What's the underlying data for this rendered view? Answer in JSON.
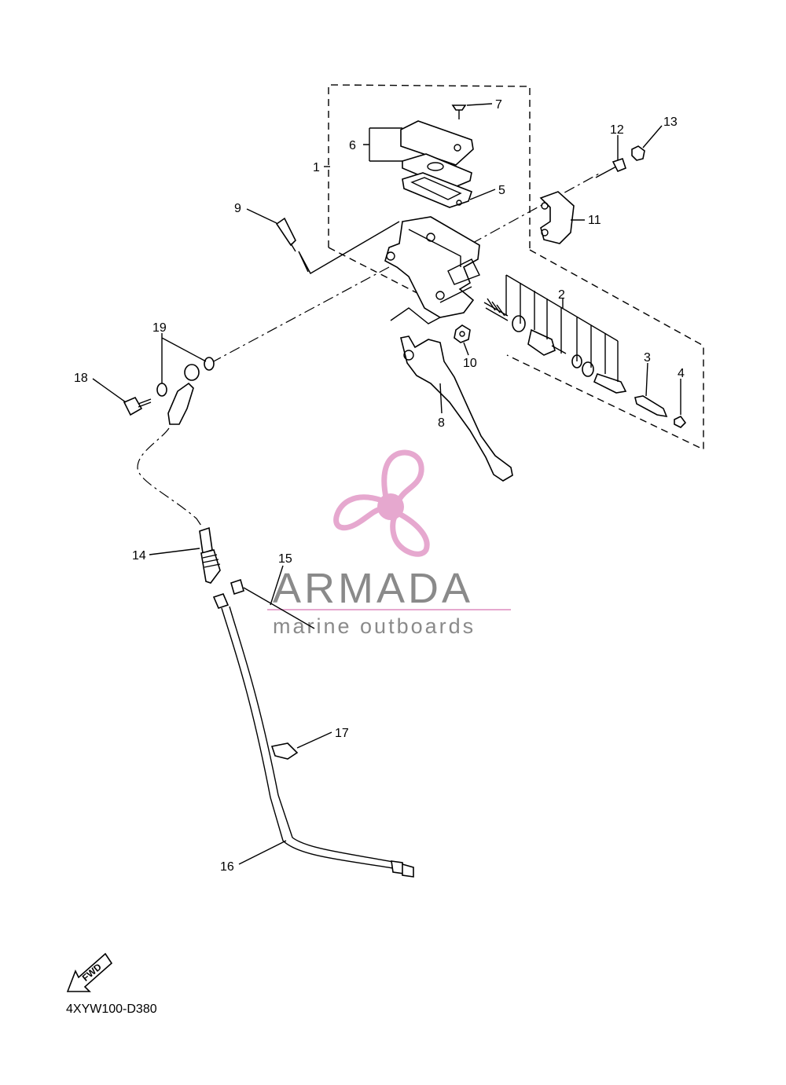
{
  "diagram": {
    "parts": [
      {
        "id": "1",
        "label": "1"
      },
      {
        "id": "2",
        "label": "2"
      },
      {
        "id": "3",
        "label": "3"
      },
      {
        "id": "4",
        "label": "4"
      },
      {
        "id": "5",
        "label": "5"
      },
      {
        "id": "6",
        "label": "6"
      },
      {
        "id": "7",
        "label": "7"
      },
      {
        "id": "8",
        "label": "8"
      },
      {
        "id": "9",
        "label": "9"
      },
      {
        "id": "10",
        "label": "10"
      },
      {
        "id": "11",
        "label": "11"
      },
      {
        "id": "12",
        "label": "12"
      },
      {
        "id": "13",
        "label": "13"
      },
      {
        "id": "14",
        "label": "14"
      },
      {
        "id": "15",
        "label": "15"
      },
      {
        "id": "16",
        "label": "16"
      },
      {
        "id": "17",
        "label": "17"
      },
      {
        "id": "18",
        "label": "18"
      },
      {
        "id": "19",
        "label": "19"
      }
    ],
    "fwd_label": "FWD",
    "diagram_code": "4XYW100-D380"
  },
  "watermark": {
    "brand": "ARMADA",
    "tagline": "marine outboards",
    "logo_color": "#e6a8cf",
    "text_color": "#8a8a8a"
  }
}
